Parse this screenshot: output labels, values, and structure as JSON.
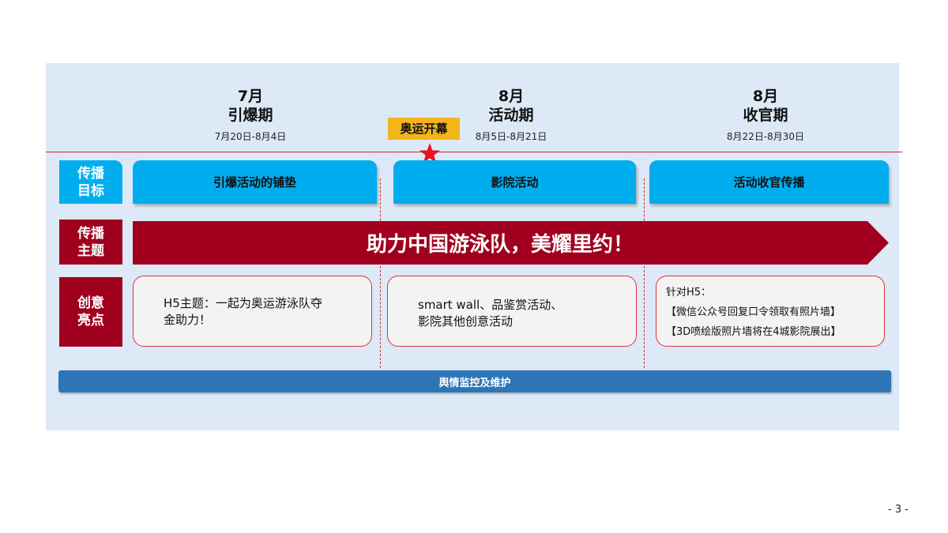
{
  "phases": [
    {
      "month": "7月",
      "name": "引爆期",
      "range": "7月20日-8月4日"
    },
    {
      "month": "8月",
      "name": "活动期",
      "range": "8月5日-8月21日"
    },
    {
      "month": "8月",
      "name": "收官期",
      "range": "8月22日-8月30日"
    }
  ],
  "olympic_tag": "奥运开幕",
  "row_labels": {
    "goal": "传播目标",
    "theme": "传播主题",
    "idea": "创意亮点"
  },
  "goals": [
    "引爆活动的铺垫",
    "影院活动",
    "活动收官传播"
  ],
  "theme": "助力中国游泳队，美耀里约！",
  "ideas": {
    "idea1": [
      "H5主题：一起为奥运游泳队夺",
      "金助力！"
    ],
    "idea2": [
      "smart  wall、品鉴赏活动、",
      "影院其他创意活动"
    ],
    "idea3": [
      "针对H5：",
      "【微信公众号回复口令领取有照片墙】",
      "【3D喷绘版照片墙将在4城影院展出】"
    ]
  },
  "monitor": "舆情监控及维护",
  "page_number": "- 3 -",
  "colors": {
    "panel_bg": "#dde9f6",
    "goal_blue": "#00aeef",
    "theme_red": "#a0001e",
    "card_border": "#e0313b",
    "tag_yellow": "#f4b41b",
    "monitor_blue": "#2e75b6",
    "star_red": "#e8141e"
  },
  "icons": {
    "opening_marker": "star-icon"
  }
}
